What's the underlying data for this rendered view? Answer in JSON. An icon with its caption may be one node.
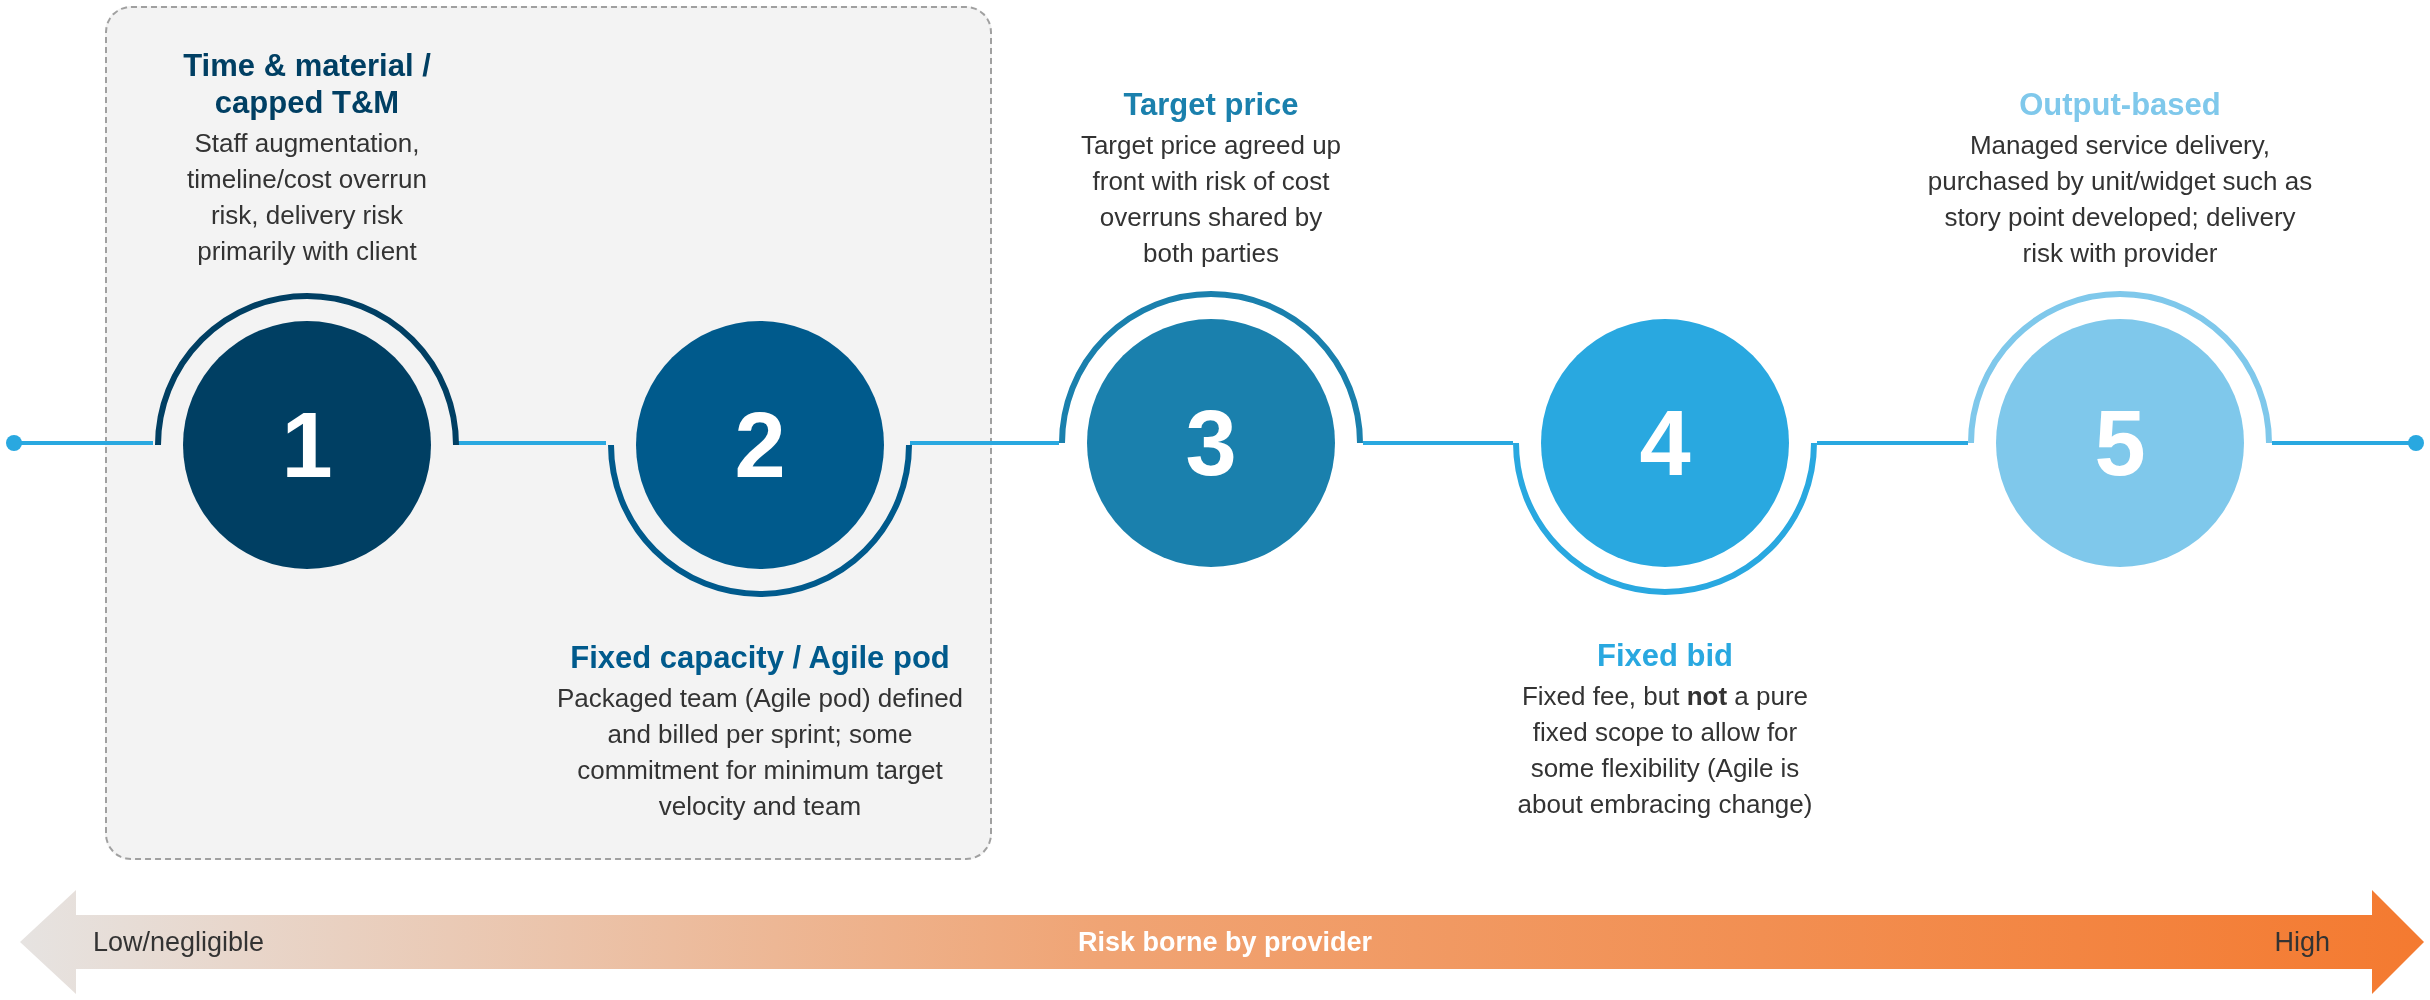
{
  "diagram": {
    "nodes": [
      {
        "text": [],
        "shape": "box"
      },
      {
        "text": [
          "1"
        ],
        "in": 0,
        "beside": [
          "Time & material / capped T&M",
          "Staff augmentation, timeline/cost overrun risk, delivery risk primarily with client"
        ]
      },
      {
        "text": [
          "2"
        ],
        "in": 0,
        "beside": [
          "Fixed capacity / Agile pod",
          "Packaged team (Agile pod) defined and billed per sprint; some commitment for minimum target velocity and team"
        ]
      },
      {
        "text": [
          "3"
        ],
        "beside": [
          "Target price",
          "Target price agreed up front with risk of cost overruns shared by both parties"
        ]
      },
      {
        "text": [
          "4"
        ],
        "beside": [
          "Fixed bid",
          "Fixed fee, but **not** a pure fixed scope to allow for some flexibility (Agile is about embracing change)"
        ]
      },
      {
        "text": [
          "5"
        ],
        "beside": [
          "Output-based",
          "Managed service delivery, purchased by unit/widget such as story point developed; delivery risk with provider"
        ]
      }
    ],
    "edges": [
      {
        "from": null,
        "to": 1,
        "arrow": "other"
      },
      {
        "from": 1,
        "to": 2,
        "arrow": "none"
      },
      {
        "from": 2,
        "to": 3,
        "arrow": "none"
      },
      {
        "from": 3,
        "to": 4,
        "arrow": "none"
      },
      {
        "from": 4,
        "to": 5,
        "arrow": "none"
      },
      {
        "from": 5,
        "to": null,
        "arrow": "other"
      }
    ],
    "labels": [
      "Low/negligible",
      "Risk borne by provider",
      "High"
    ]
  }
}
